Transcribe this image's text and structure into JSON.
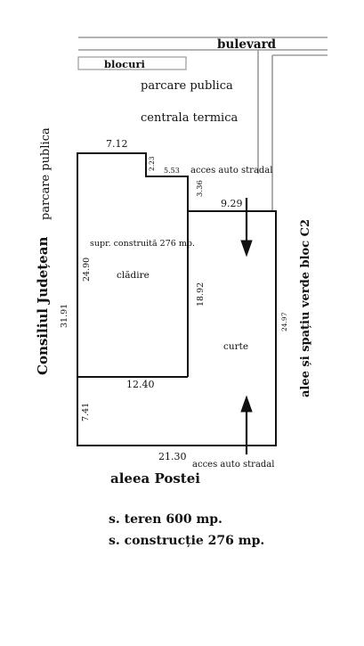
{
  "streets": {
    "top": "bulevard",
    "left_top": "parcare publica",
    "left": "Consiliul Județean",
    "right": "alee și spațiu verde bloc C2",
    "bottom": "aleea Postei"
  },
  "labels": {
    "blocks": "blocuri",
    "parking": "parcare publica",
    "heating": "centrala termica",
    "access_top": "acces auto stradal",
    "access_bottom": "acces auto stradal",
    "built_area": "supr. construită 276 mp.",
    "building": "clădire",
    "yard": "curte"
  },
  "dimensions": {
    "top_width": "7.12",
    "notch_height": "2.23",
    "notch_width": "5.53",
    "step_height": "3.36",
    "right_top_width": "9.29",
    "building_height": "24.90",
    "building_right_height": "18.92",
    "total_height": "31.91",
    "building_bottom_width": "12.40",
    "yard_height": "7.41",
    "total_width": "21.30",
    "right_height": "24.97"
  },
  "summary": {
    "land": "s. teren 600 mp.",
    "construction": "s. construcție 276 mp."
  },
  "colors": {
    "line": "#111111",
    "street_line": "#9a9a9a"
  }
}
